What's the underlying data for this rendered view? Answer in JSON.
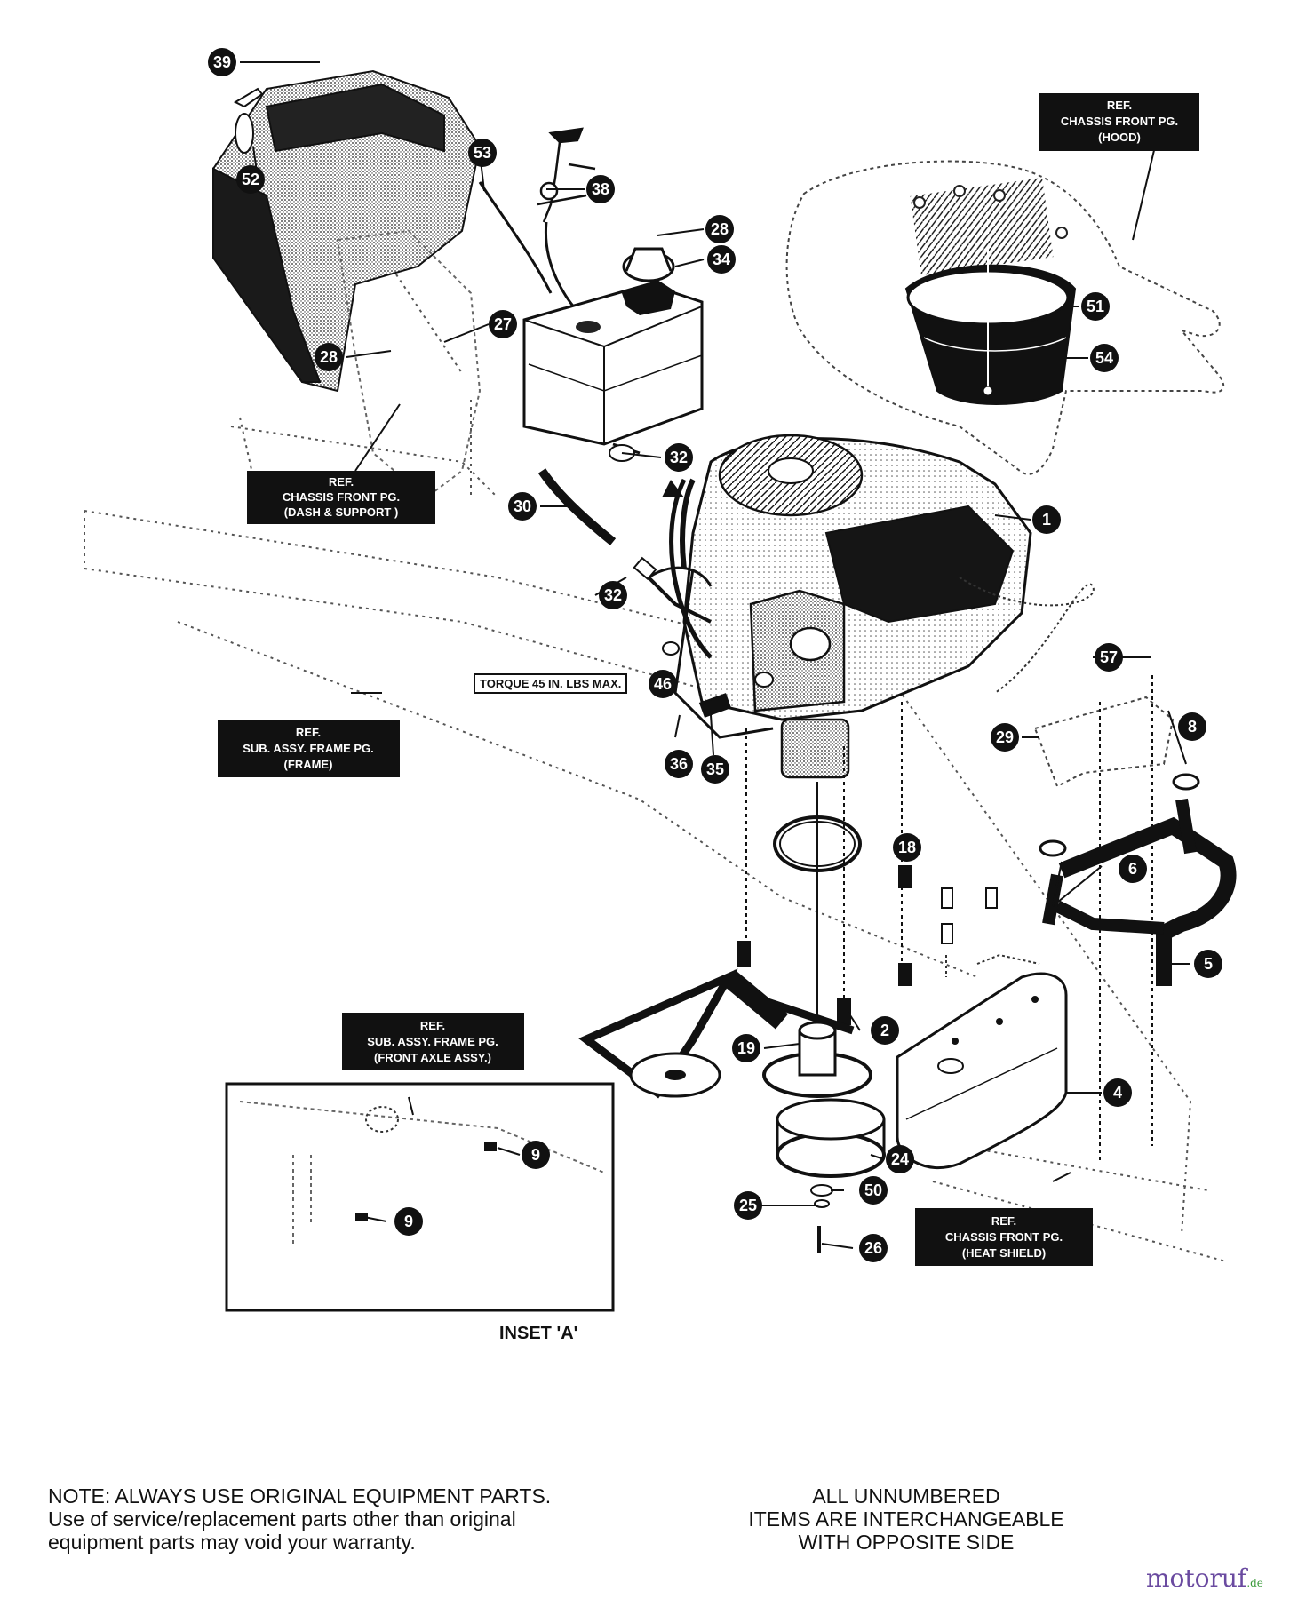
{
  "callouts": [
    {
      "num": "39"
    },
    {
      "num": "52"
    },
    {
      "num": "53"
    },
    {
      "num": "38"
    },
    {
      "num": "28"
    },
    {
      "num": "34"
    },
    {
      "num": "27"
    },
    {
      "num": "28"
    },
    {
      "num": "51"
    },
    {
      "num": "54"
    },
    {
      "num": "32"
    },
    {
      "num": "30"
    },
    {
      "num": "1"
    },
    {
      "num": "32"
    },
    {
      "num": "46"
    },
    {
      "num": "57"
    },
    {
      "num": "29"
    },
    {
      "num": "8"
    },
    {
      "num": "36"
    },
    {
      "num": "35"
    },
    {
      "num": "18"
    },
    {
      "num": "6"
    },
    {
      "num": "5"
    },
    {
      "num": "2"
    },
    {
      "num": "19"
    },
    {
      "num": "4"
    },
    {
      "num": "9"
    },
    {
      "num": "24"
    },
    {
      "num": "9"
    },
    {
      "num": "50"
    },
    {
      "num": "25"
    },
    {
      "num": "26"
    }
  ],
  "refs": [
    {
      "lines": [
        "REF.",
        "CHASSIS FRONT PG.",
        "(HOOD)"
      ]
    },
    {
      "lines": [
        "REF.",
        "CHASSIS FRONT PG.",
        "(DASH & SUPPORT )"
      ]
    },
    {
      "lines": [
        "REF.",
        "SUB. ASSY. FRAME PG.",
        "(FRAME)"
      ]
    },
    {
      "lines": [
        "REF.",
        "SUB. ASSY. FRAME PG.",
        "(FRONT AXLE ASSY.)"
      ]
    },
    {
      "lines": [
        "REF.",
        "CHASSIS FRONT PG.",
        "(HEAT SHIELD)"
      ]
    }
  ],
  "torque_label": "TORQUE 45 IN. LBS MAX.",
  "inset_label": "INSET 'A'",
  "note": {
    "line1": "NOTE: ALWAYS USE ORIGINAL EQUIPMENT PARTS.",
    "line2": "Use of service/replacement parts other than original",
    "line3": "equipment parts may void your warranty."
  },
  "interchange": {
    "line1": "ALL UNNUMBERED",
    "line2": "ITEMS ARE INTERCHANGEABLE",
    "line3": "WITH OPPOSITE SIDE"
  },
  "watermark": {
    "main": "motoruf",
    "tld": ".de"
  }
}
